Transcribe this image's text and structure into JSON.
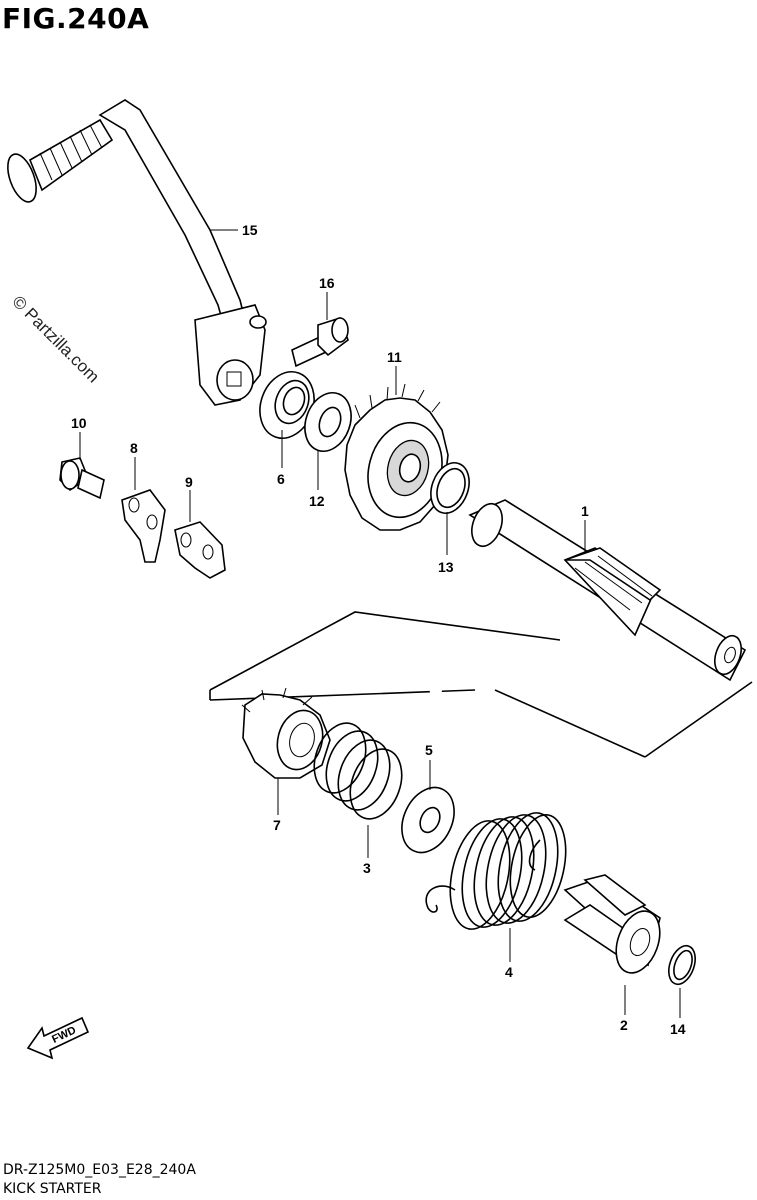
{
  "header": {
    "title": "FIG.240A"
  },
  "watermark": "© Partzilla.com",
  "footer": {
    "code": "DR-Z125M0_E03_E28_240A",
    "name": "KICK STARTER"
  },
  "fwd_label": "FWD",
  "callouts": {
    "c1": "1",
    "c2": "2",
    "c3": "3",
    "c4": "4",
    "c5": "5",
    "c6": "6",
    "c7": "7",
    "c8": "8",
    "c9": "9",
    "c10": "10",
    "c11": "11",
    "c12": "12",
    "c13": "13",
    "c14": "14",
    "c15": "15",
    "c16": "16"
  }
}
